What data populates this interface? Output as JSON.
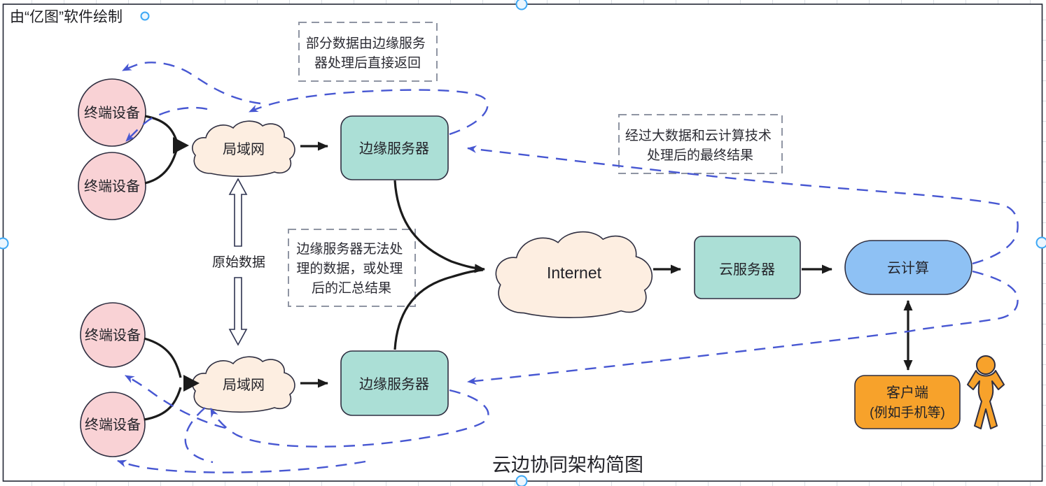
{
  "window": {
    "credit": "由“亿图”软件绘制",
    "caption": "云边协同架构简图"
  },
  "nodes": {
    "terminal_device": {
      "label": "终端设备"
    },
    "lan": {
      "label": "局域网"
    },
    "edge_server": {
      "label": "边缘服务器"
    },
    "internet": {
      "label": "Internet"
    },
    "cloud_server": {
      "label": "云服务器"
    },
    "cloud_computing": {
      "label": "云计算"
    },
    "client": {
      "line1": "客户端",
      "line2": "(例如手机等)"
    }
  },
  "annotations": {
    "edge_return": {
      "line1": "部分数据由边缘服务",
      "line2": "器处理后直接返回"
    },
    "edge_upload": {
      "line1": "边缘服务器无法处",
      "line2": "理的数据，或处理",
      "line3": "后的汇总结果"
    },
    "cloud_result": {
      "line1": "经过大数据和云计算技术",
      "line2": "处理后的最终结果"
    },
    "raw_data": "原始数据"
  },
  "colors": {
    "pink": "#f9d2d5",
    "peach": "#fdeee1",
    "teal": "#abdfd6",
    "blue": "#8ec1f4",
    "orange": "#f7a22b",
    "dash_blue": "#4757d2",
    "ink": "#1b1b1b",
    "ink_stroke": "#2e2e40",
    "note_border": "#8f95a3",
    "handle": "#3da8f5"
  }
}
